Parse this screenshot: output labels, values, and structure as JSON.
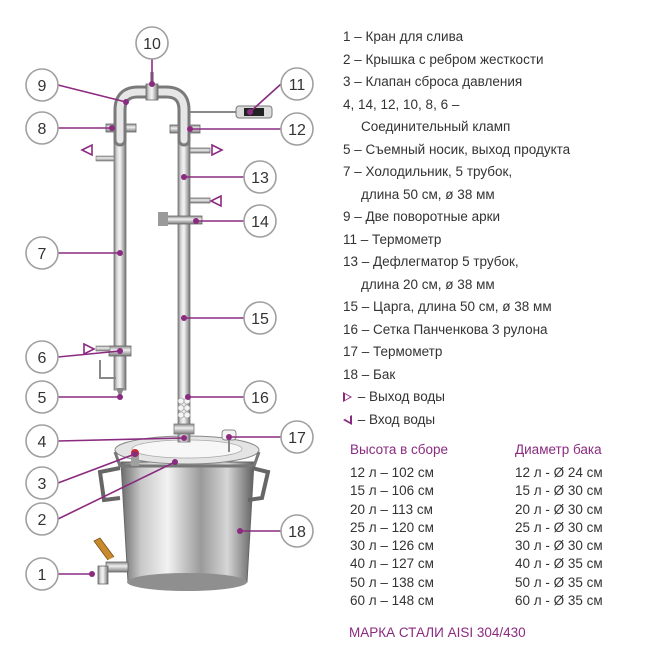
{
  "callouts": [
    "1",
    "2",
    "3",
    "4",
    "5",
    "6",
    "7",
    "8",
    "9",
    "10",
    "11",
    "12",
    "13",
    "14",
    "15",
    "16",
    "17",
    "18"
  ],
  "legend": {
    "items": [
      {
        "text": "1 – Кран для слива"
      },
      {
        "text": "2 – Крышка с ребром жесткости"
      },
      {
        "text": "3 – Клапан сброса давления"
      },
      {
        "text": "4, 14, 12, 10, 8, 6 –",
        "cont": "Соединительный кламп"
      },
      {
        "text": "5 – Съемный носик, выход продукта"
      },
      {
        "text": "7 – Холодильник, 5 трубок,",
        "cont": "длина 50 см, ø 38 мм"
      },
      {
        "text": "9 – Две поворотные арки"
      },
      {
        "text": "11 – Термометр"
      },
      {
        "text": "13 – Дефлегматор 5 трубок,",
        "cont": "длина 20 см, ø 38 мм"
      },
      {
        "text": "15 – Царга, длина 50 см, ø 38 мм"
      },
      {
        "text": "16 – Сетка Панченкова 3 рулона"
      },
      {
        "text": "17 – Термометр"
      },
      {
        "text": "18 – Бак"
      }
    ],
    "water_out": "– Выход воды",
    "water_in": "– Вход воды"
  },
  "height_table": {
    "title": "Высота в сборе",
    "rows": [
      "12 л – 102 см",
      "15 л – 106 см",
      "20 л – 113 см",
      "25 л – 120 см",
      "30 л – 126 см",
      "40 л – 127 см",
      "50 л – 138 см",
      "60 л – 148 см"
    ]
  },
  "diameter_table": {
    "title": "Диаметр бака",
    "rows": [
      "12 л - Ø 24 см",
      "15 л - Ø 30 см",
      "20 л - Ø 30 см",
      "25 л - Ø 30 см",
      "30 л - Ø 30 см",
      "40 л - Ø 35 см",
      "50 л - Ø 35 см",
      "60 л - Ø 35 см"
    ]
  },
  "steel_grade": "МАРКА СТАЛИ AISI 304/430",
  "colors": {
    "accent": "#8a2b80",
    "steel": "#b8b8b8",
    "text": "#333333"
  }
}
